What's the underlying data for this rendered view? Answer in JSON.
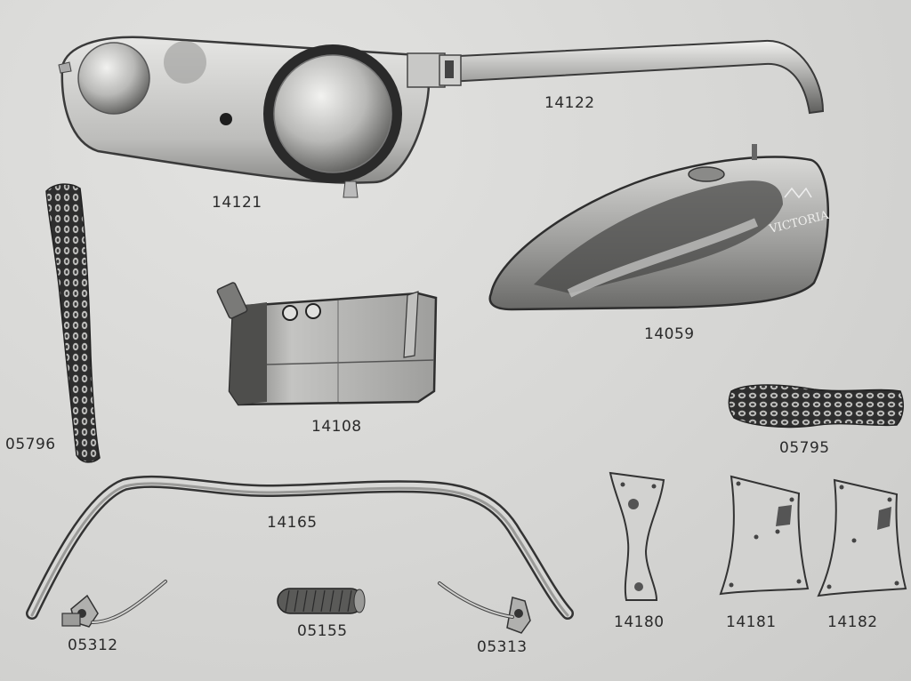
{
  "catalog_plate": {
    "tank_brand": "VICTORIA",
    "parts": [
      {
        "id": "chain-case",
        "number": "14121"
      },
      {
        "id": "rear-mudguard-stay",
        "number": "14122"
      },
      {
        "id": "fuel-tank",
        "number": "14059"
      },
      {
        "id": "long-chain",
        "number": "05796"
      },
      {
        "id": "oil-tank",
        "number": "14108"
      },
      {
        "id": "short-chain",
        "number": "05795"
      },
      {
        "id": "handlebar",
        "number": "14165"
      },
      {
        "id": "lever-left",
        "number": "05312"
      },
      {
        "id": "grip",
        "number": "05155"
      },
      {
        "id": "lever-right",
        "number": "05313"
      },
      {
        "id": "bracket-a",
        "number": "14180"
      },
      {
        "id": "bracket-b",
        "number": "14181"
      },
      {
        "id": "bracket-c",
        "number": "14182"
      }
    ]
  },
  "colors": {
    "paper": "#d8d8d6",
    "ink": "#2a2a2a",
    "metal_light": "#e8e8e6",
    "metal_dark": "#3a3a3a"
  }
}
